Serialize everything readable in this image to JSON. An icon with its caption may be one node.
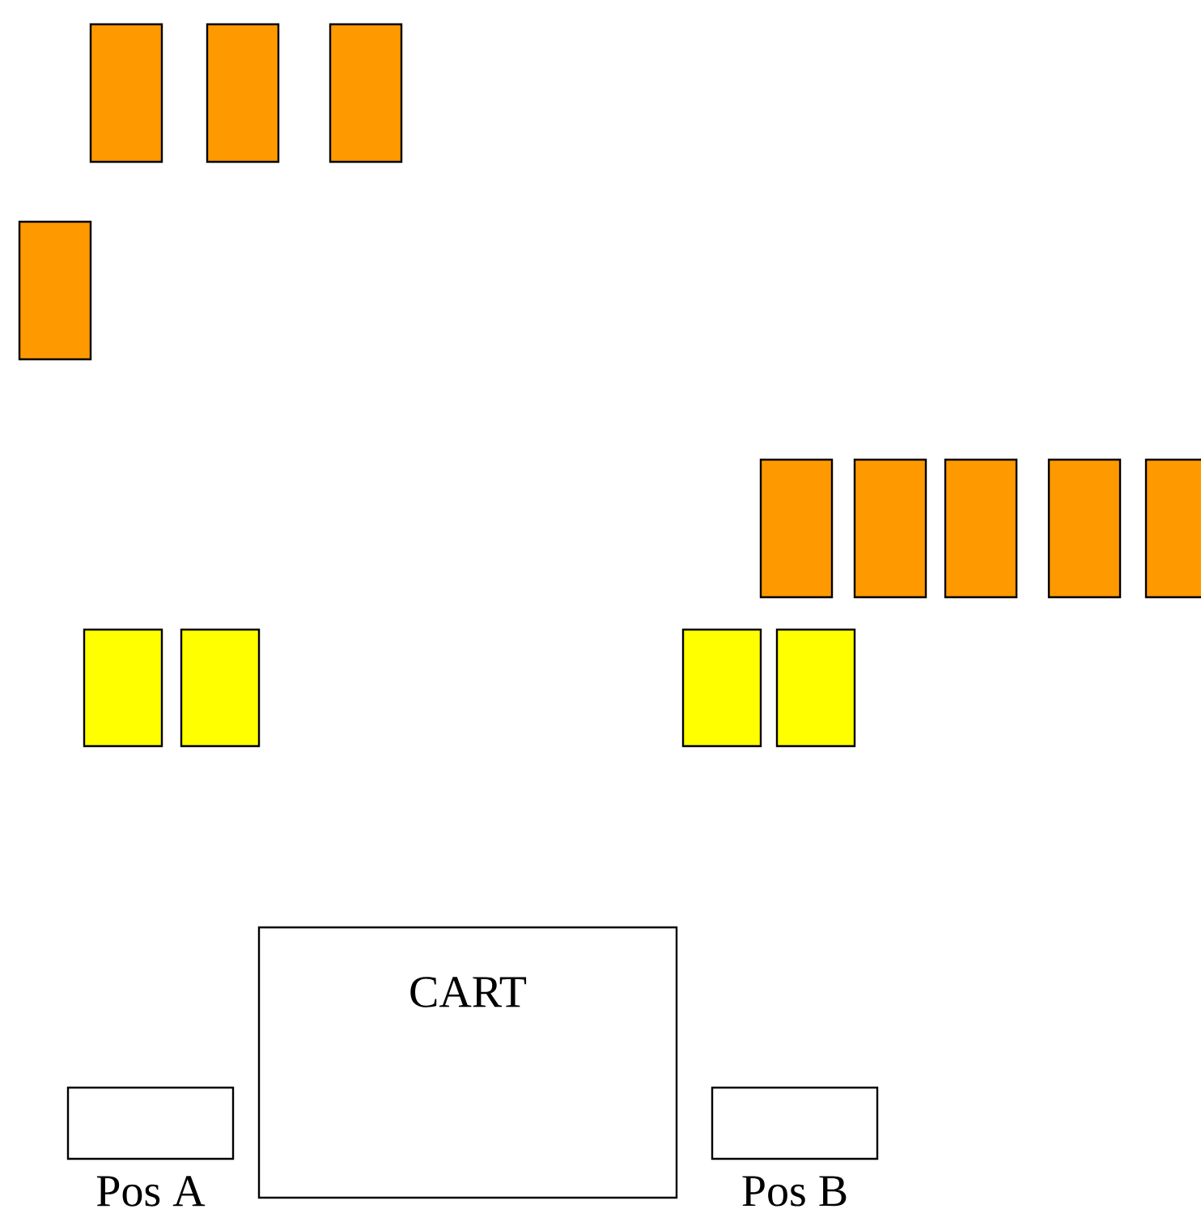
{
  "diagram": {
    "nodes": [
      {
        "text": [],
        "shape": "box"
      },
      {
        "text": [],
        "shape": "box"
      },
      {
        "text": [],
        "shape": "box"
      },
      {
        "text": [],
        "shape": "box"
      },
      {
        "text": [],
        "shape": "box"
      },
      {
        "text": [],
        "shape": "box"
      },
      {
        "text": [],
        "shape": "box"
      },
      {
        "text": [],
        "shape": "box"
      },
      {
        "text": [],
        "shape": "box"
      },
      {
        "text": [],
        "shape": "box"
      },
      {
        "text": [],
        "shape": "box"
      },
      {
        "text": [],
        "shape": "box"
      },
      {
        "text": [],
        "shape": "box"
      },
      {
        "text": [
          "CART"
        ]
      },
      {
        "text": [
          "Pos A"
        ]
      },
      {
        "text": [
          "Pos B"
        ]
      }
    ]
  }
}
